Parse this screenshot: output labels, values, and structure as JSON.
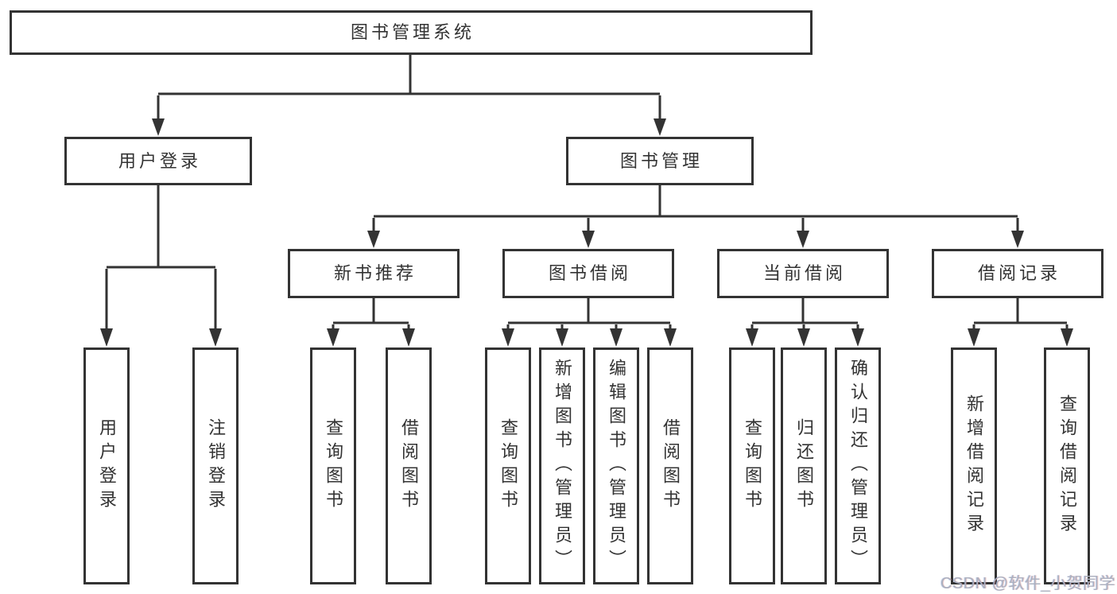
{
  "colors": {
    "line": "#333333",
    "box_border": "#333333",
    "box_fill": "#ffffff",
    "text": "#333333",
    "watermark": "#abb0bf"
  },
  "watermark": {
    "text": "CSDN @软件_小贺同学"
  },
  "tree": {
    "label": "图书管理系统",
    "children": [
      {
        "label": "用户登录",
        "children": [
          {
            "label": "用户登录"
          },
          {
            "label": "注销登录"
          }
        ]
      },
      {
        "label": "图书管理",
        "children": [
          {
            "label": "新书推荐",
            "children": [
              {
                "label": "查询图书"
              },
              {
                "label": "借阅图书"
              }
            ]
          },
          {
            "label": "图书借阅",
            "children": [
              {
                "label": "查询图书"
              },
              {
                "label": "新增图书（管理员）"
              },
              {
                "label": "编辑图书（管理员）"
              },
              {
                "label": "借阅图书"
              }
            ]
          },
          {
            "label": "当前借阅",
            "children": [
              {
                "label": "查询图书"
              },
              {
                "label": "归还图书"
              },
              {
                "label": "确认归还（管理员）"
              }
            ]
          },
          {
            "label": "借阅记录",
            "children": [
              {
                "label": "新增借阅记录"
              },
              {
                "label": "查询借阅记录"
              }
            ]
          }
        ]
      }
    ]
  }
}
